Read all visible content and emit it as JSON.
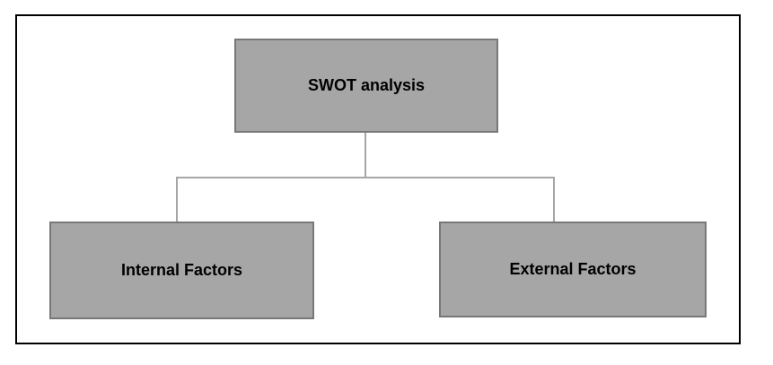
{
  "diagram": {
    "root": {
      "label": "SWOT analysis"
    },
    "children": [
      {
        "label": "Internal Factors"
      },
      {
        "label": "External Factors"
      }
    ]
  },
  "colors": {
    "background": "#ffffff",
    "frame_border": "#000000",
    "node_fill": "#a6a6a6",
    "node_border": "#787878",
    "connector": "#a6a6a6",
    "text": "#000000"
  }
}
